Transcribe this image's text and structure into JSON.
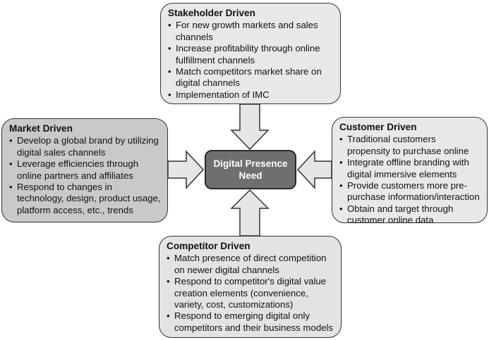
{
  "center": {
    "line1": "Digital Presence",
    "line2": "Need"
  },
  "stakeholder": {
    "title": "Stakeholder Driven",
    "items": [
      "For new growth markets and sales channels",
      "Increase profitability through online fulfillment channels",
      "Match competitors market share on digital channels",
      "Implementation of IMC"
    ]
  },
  "market": {
    "title": "Market Driven",
    "items": [
      "Develop a global brand by utilizing digital sales channels",
      "Leverage efficiencies through online partners and affiliates",
      "Respond to changes in technology, design, product usage, platform access, etc., trends"
    ]
  },
  "customer": {
    "title": "Customer Driven",
    "items": [
      "Traditional customers propensity to purchase online",
      "Integrate offline branding with digital immersive elements",
      "Provide customers more pre-purchase information/interaction",
      "Obtain and target through customer online data"
    ]
  },
  "competitor": {
    "title": "Competitor Driven",
    "items": [
      "Match presence of direct competition on newer digital channels",
      "Respond to competitor's digital value creation elements (convenience, variety, cost, customizations)",
      "Respond to emerging digital only competitors and their business models"
    ]
  },
  "colors": {
    "center_fill": "#6f6f6f",
    "light_box": "#e8e8e8",
    "market_box": "#c9c9c9",
    "arrow_fill": "#e6e6e6",
    "border": "#333333"
  }
}
